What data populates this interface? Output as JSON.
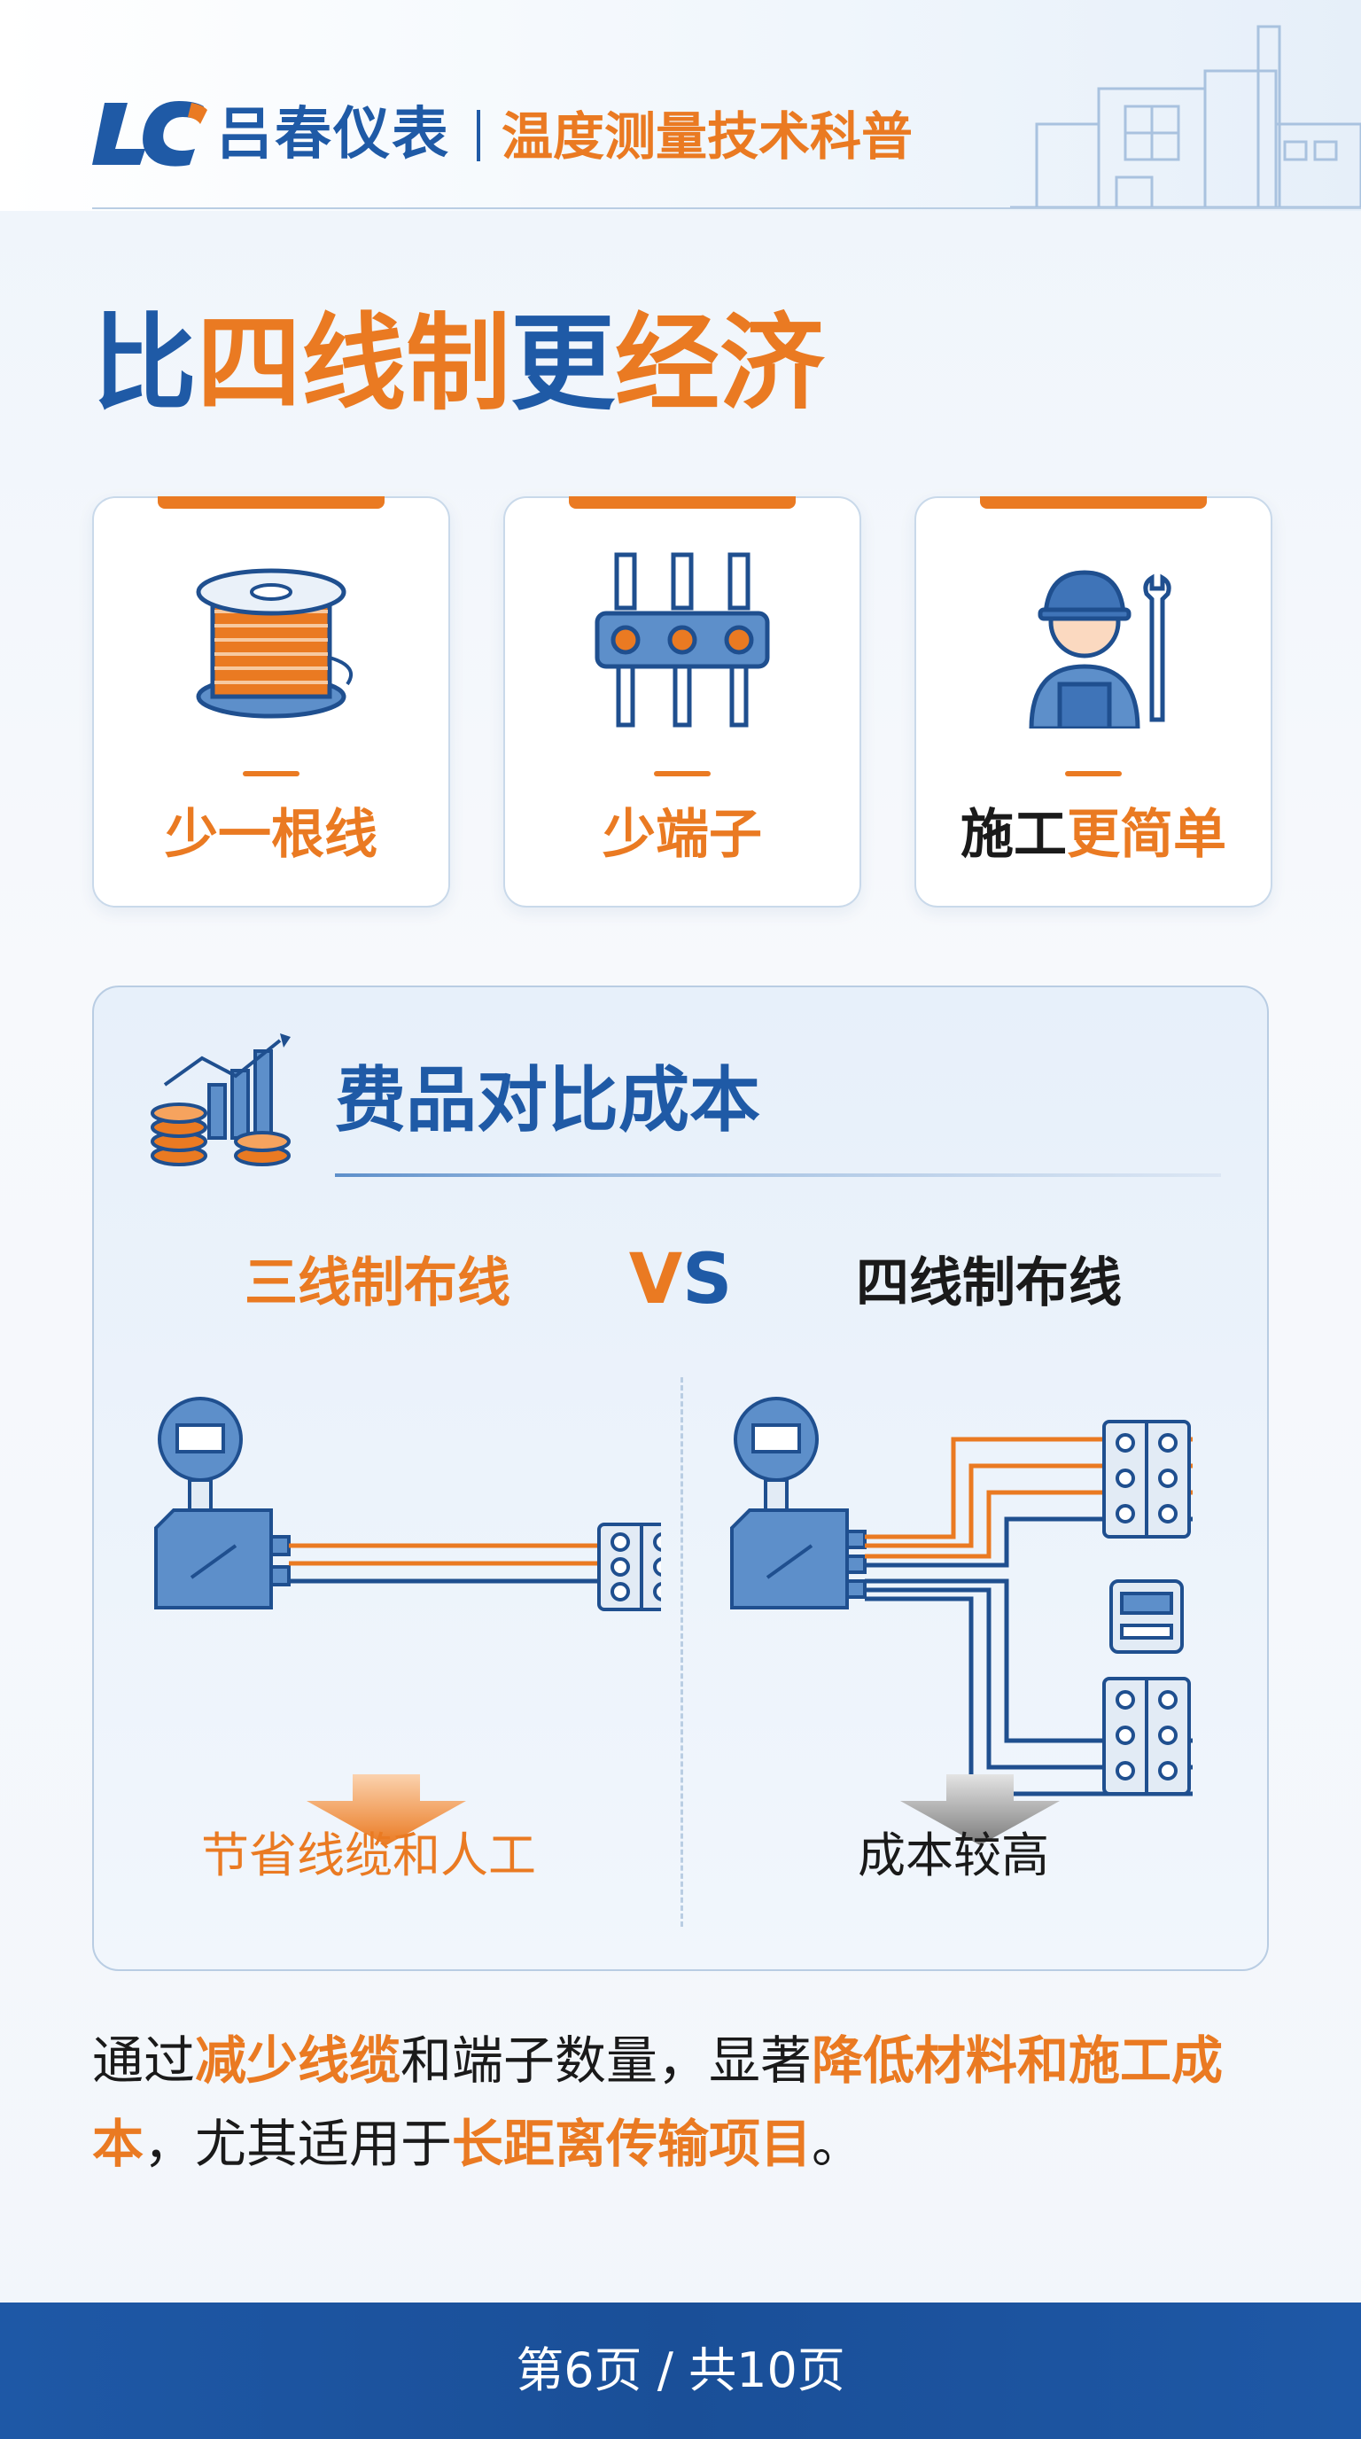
{
  "header": {
    "logo_text": "LC",
    "brand": "吕春仪表",
    "subtitle": "温度测量技术科普"
  },
  "page_title": {
    "part1": "比",
    "part2": "四线制",
    "part3": "更",
    "part4": "经济"
  },
  "cards": [
    {
      "label_a": "少一根线",
      "label_b": "",
      "icon": "cable-spool-icon"
    },
    {
      "label_a": "少端子",
      "label_b": "",
      "icon": "terminal-block-icon"
    },
    {
      "label_a": "施工",
      "label_b": "更简单",
      "icon": "worker-wrench-icon"
    }
  ],
  "comparison": {
    "title": "费品对比成本",
    "left_title": "三线制布线",
    "vs_v": "V",
    "vs_s": "S",
    "right_title": "四线制布线",
    "left_result": "节省线缆和人工",
    "right_result": "成本较高"
  },
  "summary": {
    "s1": "通过",
    "h1": "减少线缆",
    "s2": "和端子数量，显著",
    "h2": "降低材料和施工成本",
    "s3": "，尤其适用于",
    "h3": "长距离传输项目",
    "s4": "。"
  },
  "footer": {
    "page_indicator": "第6页 / 共10页"
  },
  "colors": {
    "brand_blue": "#1f5aa6",
    "accent_orange": "#ea7a22",
    "footer_blue": "#1e58a6"
  }
}
